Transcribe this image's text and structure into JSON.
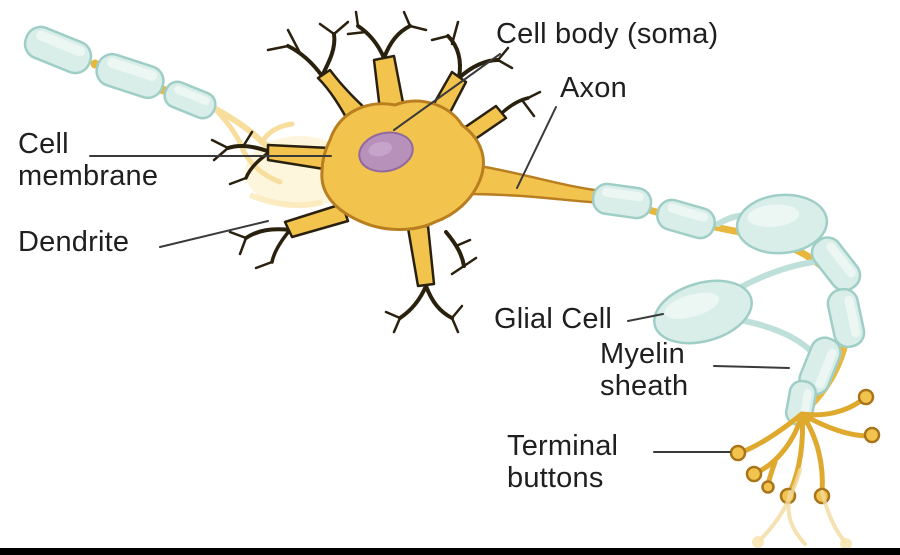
{
  "figure": {
    "type": "labeled-anatomy-diagram",
    "subject": "Neuron"
  },
  "labels": {
    "cell_body": "Cell body (soma)",
    "axon": "Axon",
    "cell_membrane": "Cell membrane",
    "dendrite": "Dendrite",
    "glial_cell": "Glial Cell",
    "myelin_sheath": "Myelin sheath",
    "terminal_buttons": "Terminal buttons"
  },
  "colors": {
    "neuron_yellow": "#F2C44E",
    "neuron_outline": "#B97E20",
    "nucleus_purple": "#B791BA",
    "nucleus_outline": "#9268A0",
    "myelin_teal": "#D9EEE9",
    "myelin_outline": "#9FCEC6",
    "dendrite_black": "#2A200E",
    "label_text": "#1F1F1F",
    "pointer_line": "#3A3A3A",
    "background": "#FFFFFF"
  }
}
